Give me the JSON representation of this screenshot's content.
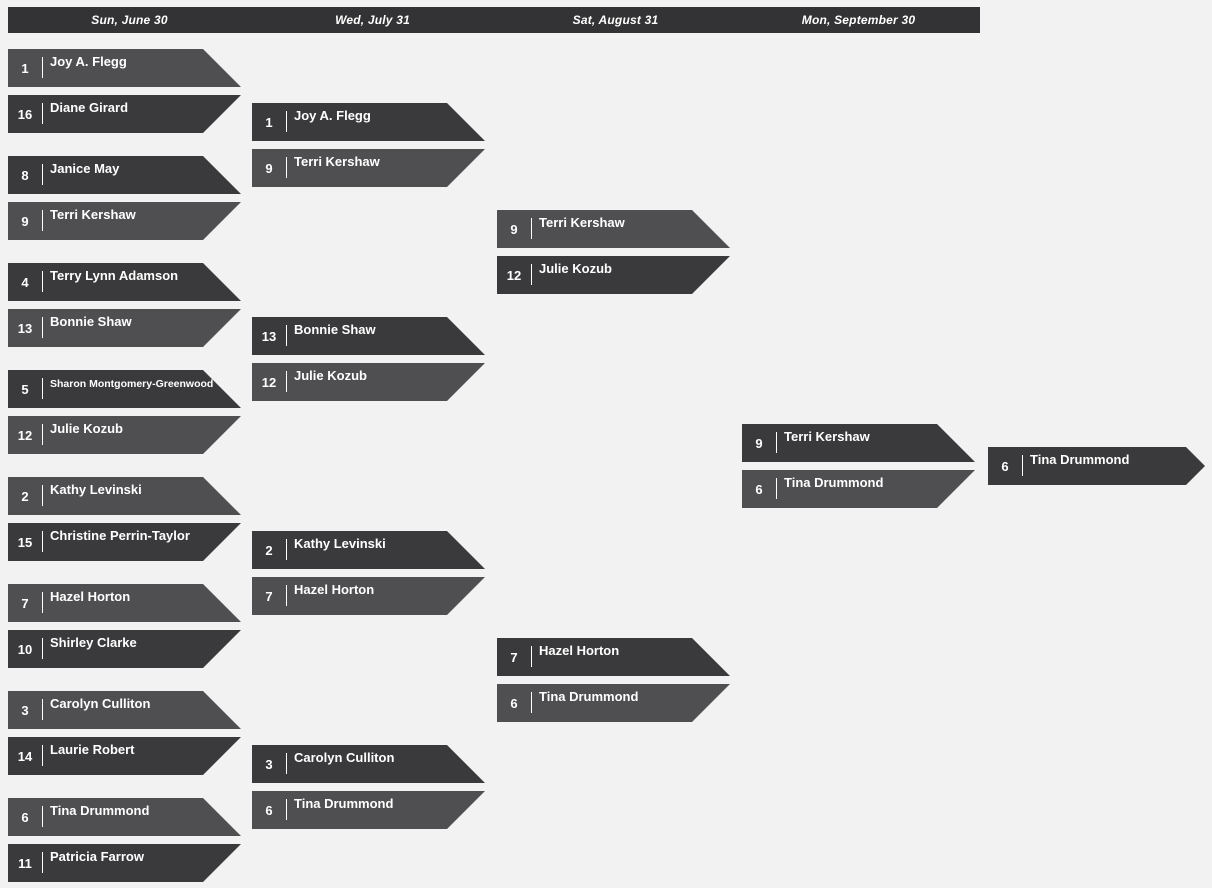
{
  "colors": {
    "page_bg": "#f2f2f2",
    "header_bg": "#333335",
    "plate_default": "#3a3a3c",
    "plate_winner": "#4f4f51",
    "text": "#ffffff"
  },
  "rounds": [
    {
      "date": "Sun, June 30",
      "matches": [
        {
          "top": {
            "seed": "1",
            "name": "Joy A. Flegg",
            "winner": true
          },
          "bottom": {
            "seed": "16",
            "name": "Diane Girard",
            "winner": false
          }
        },
        {
          "top": {
            "seed": "8",
            "name": "Janice May",
            "winner": false
          },
          "bottom": {
            "seed": "9",
            "name": "Terri Kershaw",
            "winner": true
          }
        },
        {
          "top": {
            "seed": "4",
            "name": "Terry Lynn Adamson",
            "winner": false
          },
          "bottom": {
            "seed": "13",
            "name": "Bonnie Shaw",
            "winner": true
          }
        },
        {
          "top": {
            "seed": "5",
            "name": "Sharon Montgomery-Greenwood",
            "winner": false
          },
          "bottom": {
            "seed": "12",
            "name": "Julie Kozub",
            "winner": true
          }
        },
        {
          "top": {
            "seed": "2",
            "name": "Kathy Levinski",
            "winner": true
          },
          "bottom": {
            "seed": "15",
            "name": "Christine Perrin-Taylor",
            "winner": false
          }
        },
        {
          "top": {
            "seed": "7",
            "name": "Hazel Horton",
            "winner": true
          },
          "bottom": {
            "seed": "10",
            "name": "Shirley Clarke",
            "winner": false
          }
        },
        {
          "top": {
            "seed": "3",
            "name": "Carolyn Culliton",
            "winner": true
          },
          "bottom": {
            "seed": "14",
            "name": "Laurie Robert",
            "winner": false
          }
        },
        {
          "top": {
            "seed": "6",
            "name": "Tina Drummond",
            "winner": true
          },
          "bottom": {
            "seed": "11",
            "name": "Patricia Farrow",
            "winner": false
          }
        }
      ]
    },
    {
      "date": "Wed, July 31",
      "matches": [
        {
          "top": {
            "seed": "1",
            "name": "Joy A. Flegg",
            "winner": false
          },
          "bottom": {
            "seed": "9",
            "name": "Terri Kershaw",
            "winner": true
          }
        },
        {
          "top": {
            "seed": "13",
            "name": "Bonnie Shaw",
            "winner": false
          },
          "bottom": {
            "seed": "12",
            "name": "Julie Kozub",
            "winner": true
          }
        },
        {
          "top": {
            "seed": "2",
            "name": "Kathy Levinski",
            "winner": false
          },
          "bottom": {
            "seed": "7",
            "name": "Hazel Horton",
            "winner": true
          }
        },
        {
          "top": {
            "seed": "3",
            "name": "Carolyn Culliton",
            "winner": false
          },
          "bottom": {
            "seed": "6",
            "name": "Tina Drummond",
            "winner": true
          }
        }
      ]
    },
    {
      "date": "Sat, August 31",
      "matches": [
        {
          "top": {
            "seed": "9",
            "name": "Terri Kershaw",
            "winner": true
          },
          "bottom": {
            "seed": "12",
            "name": "Julie Kozub",
            "winner": false
          }
        },
        {
          "top": {
            "seed": "7",
            "name": "Hazel Horton",
            "winner": false
          },
          "bottom": {
            "seed": "6",
            "name": "Tina Drummond",
            "winner": true
          }
        }
      ]
    },
    {
      "date": "Mon, September 30",
      "matches": [
        {
          "top": {
            "seed": "9",
            "name": "Terri Kershaw",
            "winner": false
          },
          "bottom": {
            "seed": "6",
            "name": "Tina Drummond",
            "winner": true
          }
        }
      ]
    }
  ],
  "champion": {
    "seed": "6",
    "name": "Tina Drummond"
  }
}
